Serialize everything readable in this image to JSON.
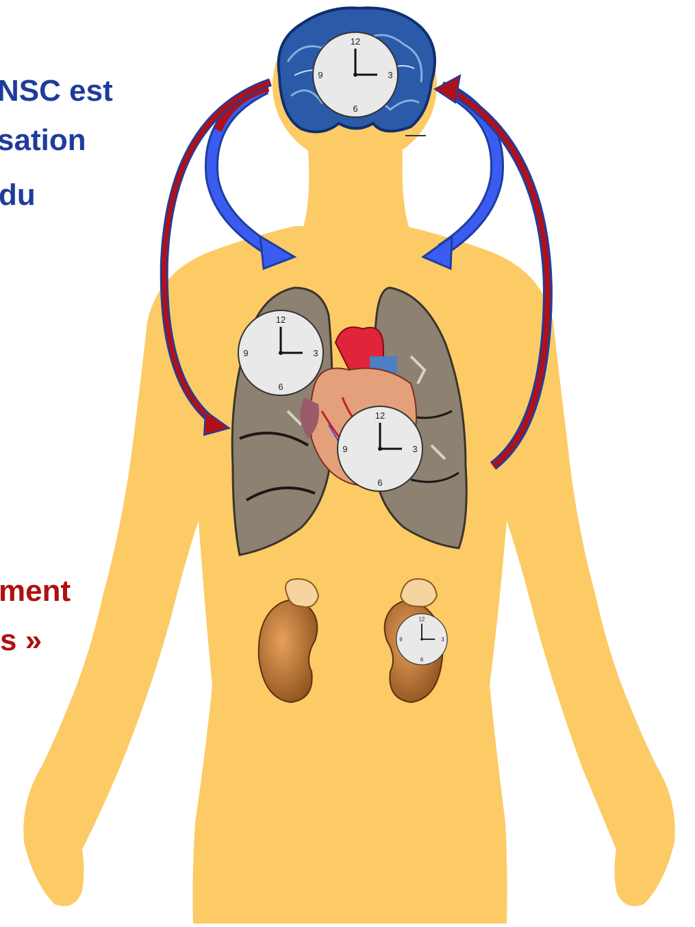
{
  "text_blue": [
    "NSC est",
    "sation",
    "du"
  ],
  "text_red": [
    "ment",
    "s »"
  ],
  "clock_numbers": {
    "top": "12",
    "right": "3",
    "bottom": "6",
    "left": "9"
  },
  "colors": {
    "body": "#fccb66",
    "blue_text": "#1f3c9b",
    "red_text": "#b01010",
    "arrow_blue": "#2f54e8",
    "arrow_red": "#b0101a",
    "lung": "#8d8172",
    "heart_red": "#e0243a",
    "kidney": "#c87a32",
    "brain_blue": "#1f4fa0"
  }
}
